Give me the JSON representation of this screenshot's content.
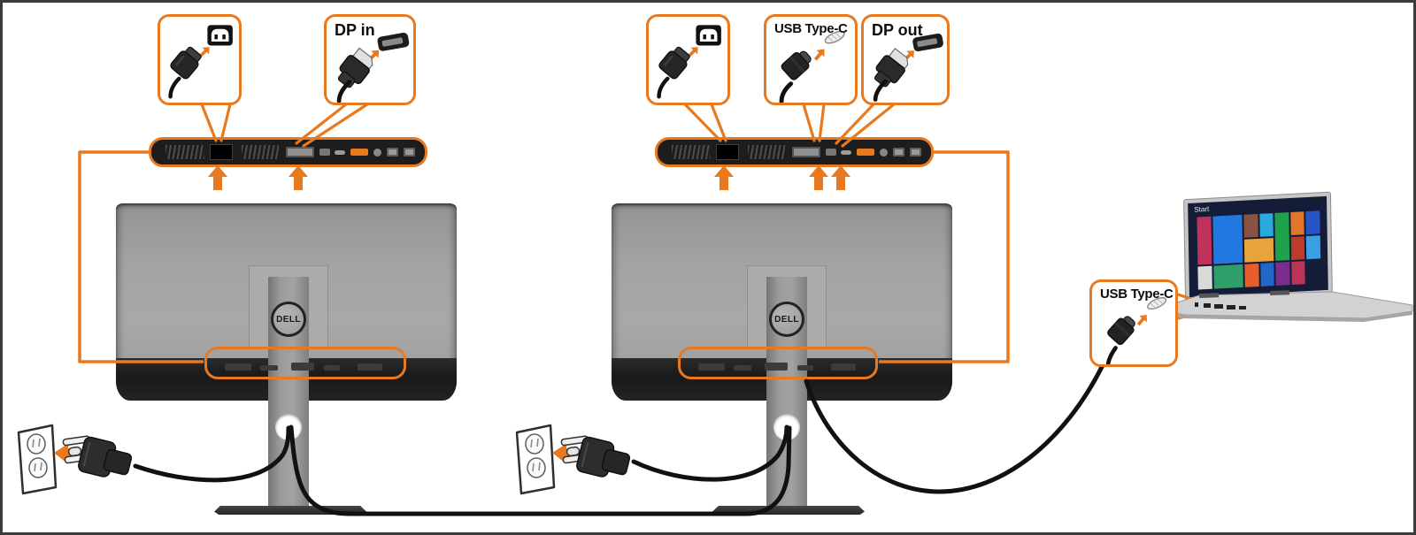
{
  "accent_color": "#E8791E",
  "cable_color": "#111111",
  "callouts": {
    "monitor1_dp_in": {
      "label": "DP in"
    },
    "monitor2_usb_type_c": {
      "label": "USB Type-C"
    },
    "monitor2_dp_out": {
      "label": "DP out"
    },
    "laptop_usb_type_c": {
      "label": "USB Type-C"
    }
  },
  "monitor_logo": "DELL",
  "laptop": {
    "screen_label": "Start",
    "tile_colors": [
      "#c0315c",
      "#2178e0",
      "#8a5240",
      "#29aadf",
      "#20a24a",
      "#e1762a",
      "#2755c4",
      "#e8a33d",
      "#c03a2b",
      "#3b9fe3",
      "#d9d9d9",
      "#2f9e68",
      "#e85d2a",
      "#1f68c9",
      "#7b2d8e",
      "#bb3355"
    ]
  }
}
